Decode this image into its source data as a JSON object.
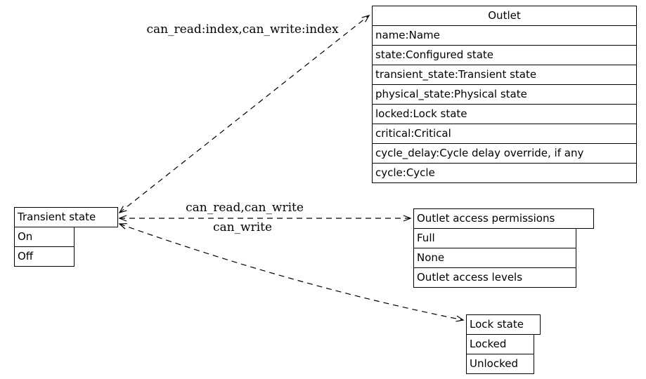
{
  "colors": {
    "ink": "#000000",
    "background": "#ffffff"
  },
  "nodes": {
    "transient_state": {
      "title": "Transient state",
      "rows": [
        "On",
        "Off"
      ]
    },
    "outlet": {
      "title": "Outlet",
      "rows": [
        "name:Name",
        "state:Configured state",
        "transient_state:Transient state",
        "physical_state:Physical state",
        "locked:Lock state",
        "critical:Critical",
        "cycle_delay:Cycle delay override, if any",
        "cycle:Cycle"
      ]
    },
    "outlet_access_permissions": {
      "title": "Outlet access permissions",
      "rows": [
        "Full",
        "None",
        "Outlet access levels"
      ]
    },
    "lock_state": {
      "title": "Lock state",
      "rows": [
        "Locked",
        "Unlocked"
      ]
    }
  },
  "edges": [
    {
      "from": "Transient state",
      "to": "Outlet",
      "label": "can_read:index,can_write:index",
      "style": "dashed",
      "direction": "both"
    },
    {
      "from": "Transient state",
      "to": "Outlet access permissions",
      "label": "can_read,can_write",
      "style": "dashed",
      "direction": "both"
    },
    {
      "from": "Transient state",
      "to": "Lock state",
      "label": "can_write",
      "style": "dashed",
      "direction": "both"
    }
  ]
}
